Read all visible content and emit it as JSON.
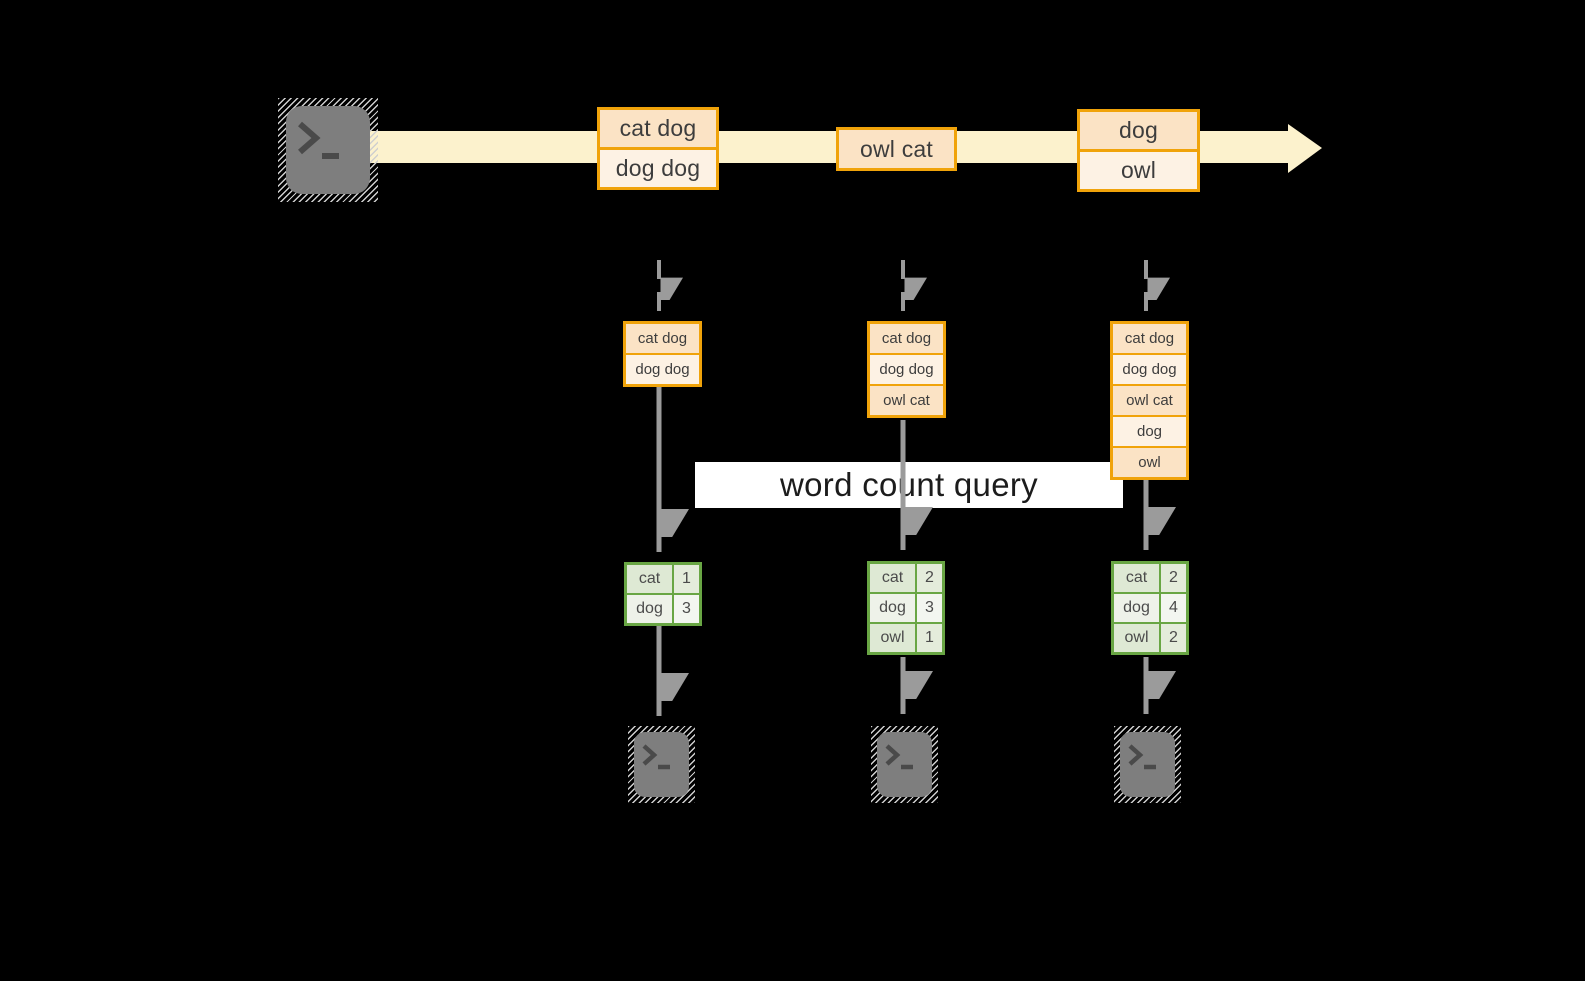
{
  "label": {
    "query": "word count query"
  },
  "colors": {
    "background": "#000000",
    "stream_band": "#fcf2cd",
    "box_border": "#f0a30a",
    "box_fill_dark": "#fbe3c5",
    "box_fill_light": "#fdf2e4",
    "table_border": "#69a644",
    "table_cell_dark": "#dee9d4",
    "table_cell_light": "#eef2e9",
    "arrow_gray": "#9b9b9b",
    "terminal_gray": "#7e7e7e",
    "query_bar": "#ffffff"
  },
  "stream": {
    "source": {
      "icon": "terminal"
    },
    "messages": [
      {
        "lines": [
          "cat dog",
          "dog dog"
        ]
      },
      {
        "lines": [
          "owl cat"
        ]
      },
      {
        "lines": [
          "dog",
          "owl"
        ]
      }
    ]
  },
  "consumers": [
    {
      "buffer": [
        "cat dog",
        "dog dog"
      ],
      "table": {
        "rows": [
          {
            "word": "cat",
            "count": "1"
          },
          {
            "word": "dog",
            "count": "3"
          }
        ]
      },
      "sink": {
        "icon": "terminal"
      }
    },
    {
      "buffer": [
        "cat dog",
        "dog dog",
        "owl cat"
      ],
      "table": {
        "rows": [
          {
            "word": "cat",
            "count": "2"
          },
          {
            "word": "dog",
            "count": "3"
          },
          {
            "word": "owl",
            "count": "1"
          }
        ]
      },
      "sink": {
        "icon": "terminal"
      }
    },
    {
      "buffer": [
        "cat dog",
        "dog dog",
        "owl cat",
        "dog",
        "owl"
      ],
      "table": {
        "rows": [
          {
            "word": "cat",
            "count": "2"
          },
          {
            "word": "dog",
            "count": "4"
          },
          {
            "word": "owl",
            "count": "2"
          }
        ]
      },
      "sink": {
        "icon": "terminal"
      }
    }
  ]
}
